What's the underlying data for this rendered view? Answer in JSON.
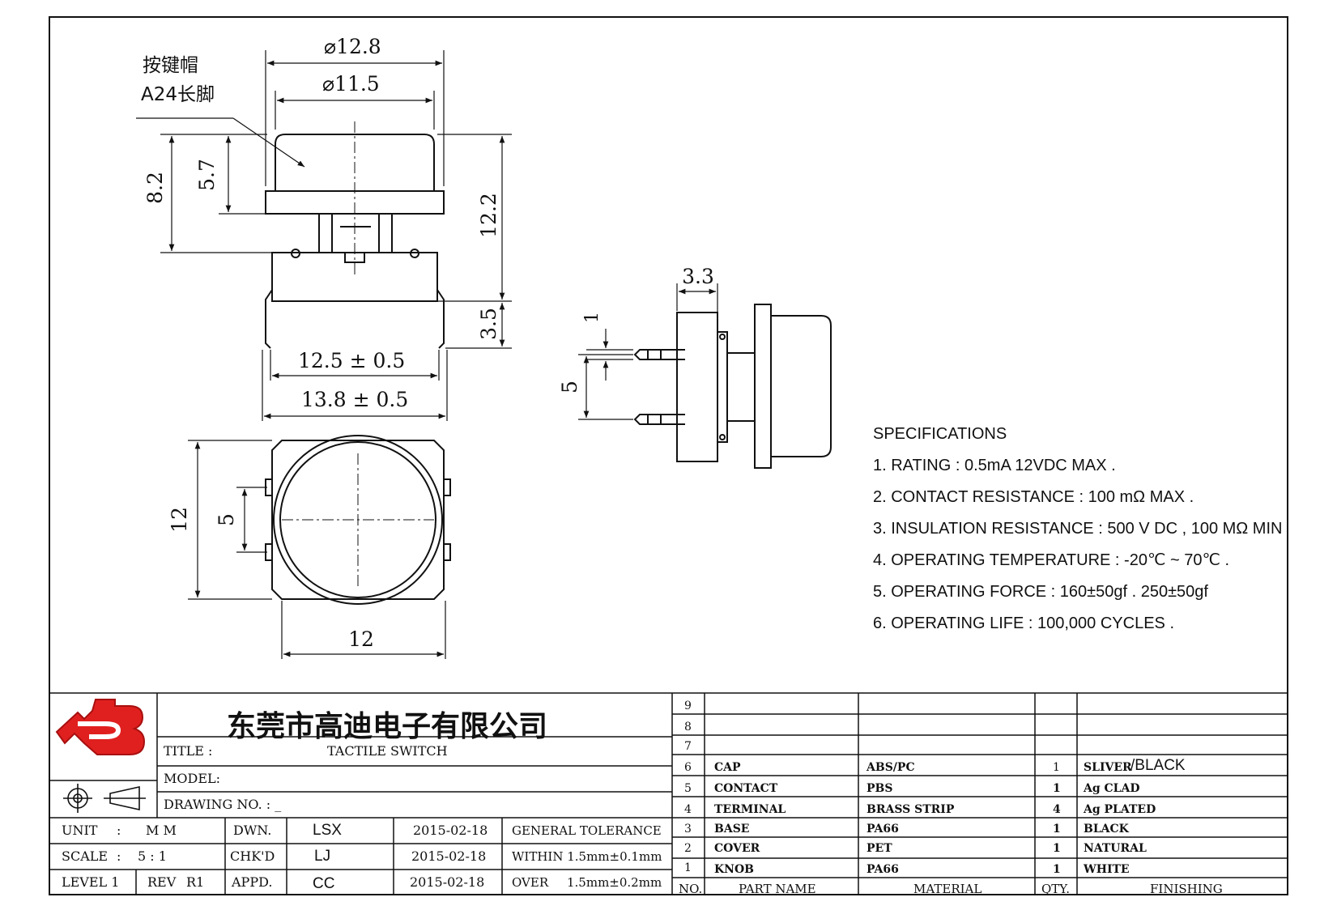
{
  "drawing": {
    "cap_label_line1": "按键帽",
    "cap_label_line2": "A24长脚",
    "dims": {
      "cap_outer_dia": "⌀12.8",
      "cap_inner_dia": "⌀11.5",
      "total_height": "8.2",
      "cap_height": "5.7",
      "overall_height": "12.2",
      "leg_length": "3.5",
      "width_inner": "12.5 ± 0.5",
      "width_outer": "13.8 ± 0.5",
      "side_offset": "3.3",
      "pin_dia": "1",
      "pin_pitch": "5",
      "body_height": "12",
      "body_pin_pitch": "5",
      "body_width": "12"
    }
  },
  "specifications": {
    "heading": "SPECIFICATIONS",
    "items": [
      "1. RATING : 0.5mA 12VDC MAX .",
      "2. CONTACT RESISTANCE : 100 mΩ MAX .",
      "3. INSULATION RESISTANCE : 500 V DC , 100 MΩ MIN",
      "4. OPERATING TEMPERATURE : -20℃ ~ 70℃ .",
      "5. OPERATING FORCE : 160±50gf . 250±50gf",
      "6. OPERATING LIFE : 100,000 CYCLES ."
    ]
  },
  "title_block": {
    "company": "东莞市高迪电子有限公司",
    "title_label": "TITLE :",
    "title_value": "TACTILE SWITCH",
    "model_label": "MODEL:",
    "drawing_no_label": "DRAWING NO. : _",
    "unit_label": "UNIT",
    "unit_colon": ":",
    "unit_value": "M M",
    "scale_label": "SCALE",
    "scale_colon": ":",
    "scale_value": "5 : 1",
    "level_label": "LEVEL 1",
    "rev_label": "REV",
    "rev_value": "R1",
    "dwn_label": "DWN.",
    "chkd_label": "CHK'D",
    "appd_label": "APPD.",
    "dwn_by": "LSX",
    "chkd_by": "LJ",
    "appd_by": "CC",
    "dwn_date": "2015-02-18",
    "chkd_date": "2015-02-18",
    "appd_date": "2015-02-18",
    "tolerance_heading": "GENERAL TOLERANCE",
    "tolerance_within": "WITHIN 1.5mm±0.1mm",
    "tolerance_over_label": "OVER",
    "tolerance_over": "1.5mm±0.2mm"
  },
  "bom": {
    "headers": {
      "no": "NO.",
      "part": "PART  NAME",
      "material": "MATERIAL",
      "qty": "QTY.",
      "finishing": "FINISHING"
    },
    "rows": [
      {
        "no": "9",
        "part": "",
        "material": "",
        "qty": "",
        "finishing": ""
      },
      {
        "no": "8",
        "part": "",
        "material": "",
        "qty": "",
        "finishing": ""
      },
      {
        "no": "7",
        "part": "",
        "material": "",
        "qty": "",
        "finishing": ""
      },
      {
        "no": "6",
        "part": "CAP",
        "material": "ABS/PC",
        "qty": "1",
        "finishing": "SLIVER",
        "finishing_extra": "/BLACK"
      },
      {
        "no": "5",
        "part": "CONTACT",
        "material": "PBS",
        "qty": "1",
        "finishing": "Ag CLAD"
      },
      {
        "no": "4",
        "part": "TERMINAL",
        "material": "BRASS STRIP",
        "qty": "4",
        "finishing": "Ag PLATED"
      },
      {
        "no": "3",
        "part": "BASE",
        "material": "PA66",
        "qty": "1",
        "finishing": "BLACK"
      },
      {
        "no": "2",
        "part": "COVER",
        "material": "PET",
        "qty": "1",
        "finishing": "NATURAL"
      },
      {
        "no": "1",
        "part": "KNOB",
        "material": "PA66",
        "qty": "1",
        "finishing": "WHITE"
      }
    ]
  },
  "colors": {
    "line": "#111111",
    "logo_red": "#e0201f"
  }
}
